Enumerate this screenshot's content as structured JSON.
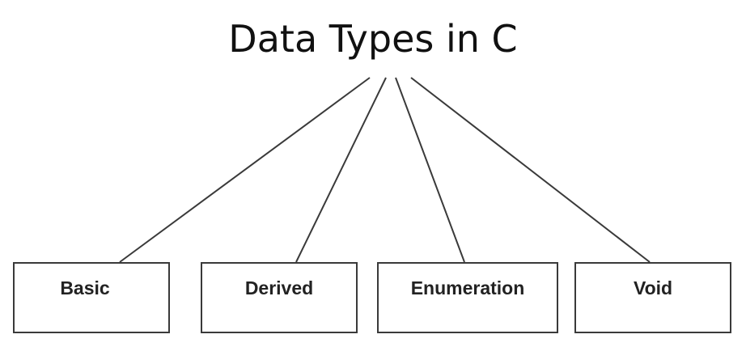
{
  "diagram": {
    "title": "Data Types in C",
    "children": [
      {
        "label": "Basic"
      },
      {
        "label": "Derived"
      },
      {
        "label": "Enumeration"
      },
      {
        "label": "Void"
      }
    ]
  }
}
